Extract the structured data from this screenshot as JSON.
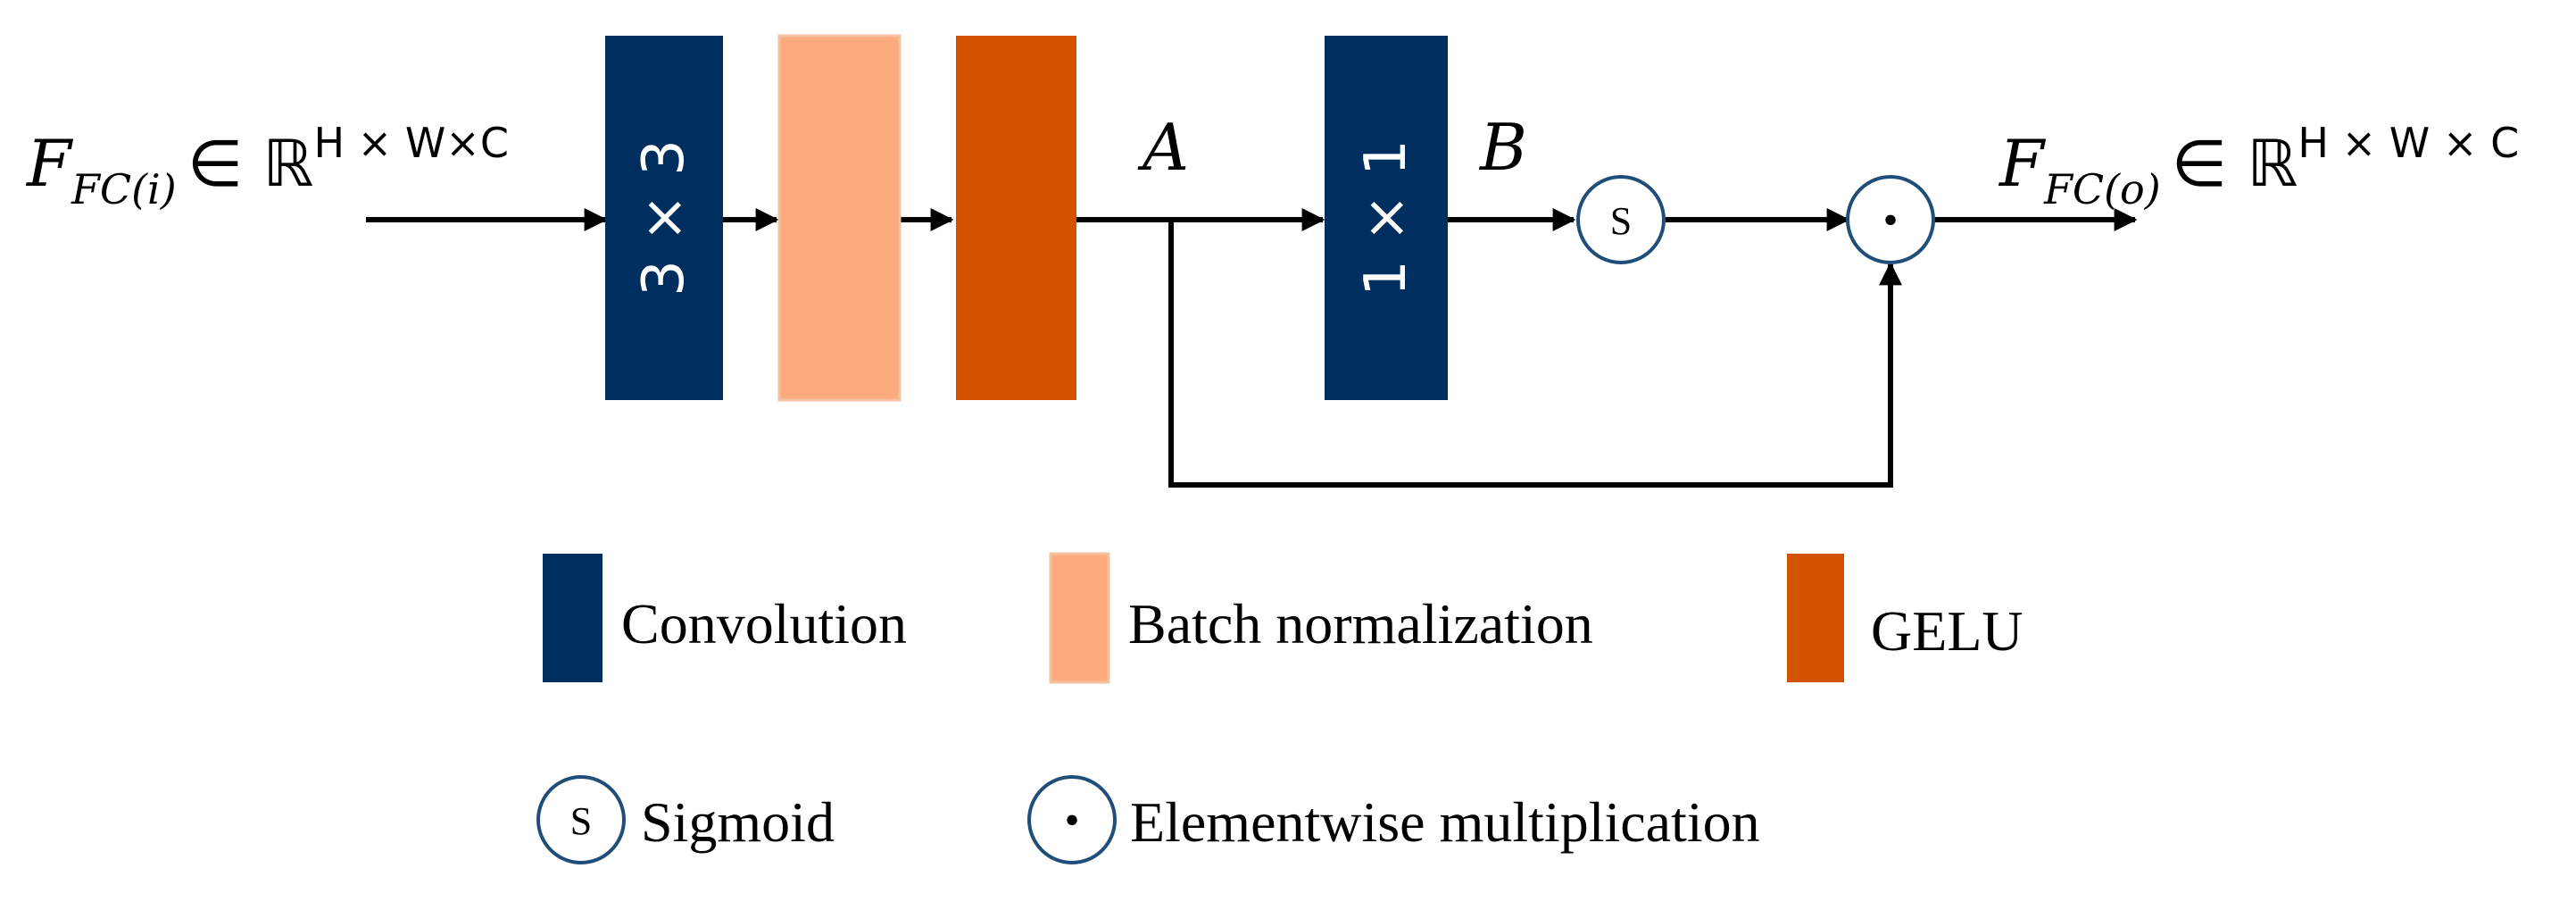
{
  "colors": {
    "convolution": "#002f5f",
    "batch_norm": "#fbab7e",
    "gelu": "#d25200",
    "line": "#000000",
    "circle_stroke": "#1f4e79"
  },
  "input": {
    "symbol": "F",
    "subscript": "FC(i)",
    "member": "∈",
    "set": "ℝ",
    "dims": "H × W×C"
  },
  "output": {
    "symbol": "F",
    "subscript": "FC(o)",
    "member": "∈",
    "set": "ℝ",
    "dims": "H × W × C"
  },
  "blocks": {
    "conv3_label": "3 × 3",
    "conv1_label": "1 × 1"
  },
  "nodes": {
    "a_label": "A",
    "b_label": "B",
    "sigmoid_symbol": "S",
    "multiply_symbol": "•"
  },
  "legend": {
    "convolution": "Convolution",
    "batch_norm": "Batch normalization",
    "gelu": "GELU",
    "sigmoid": "Sigmoid",
    "multiply": "Elementwise multiplication"
  }
}
